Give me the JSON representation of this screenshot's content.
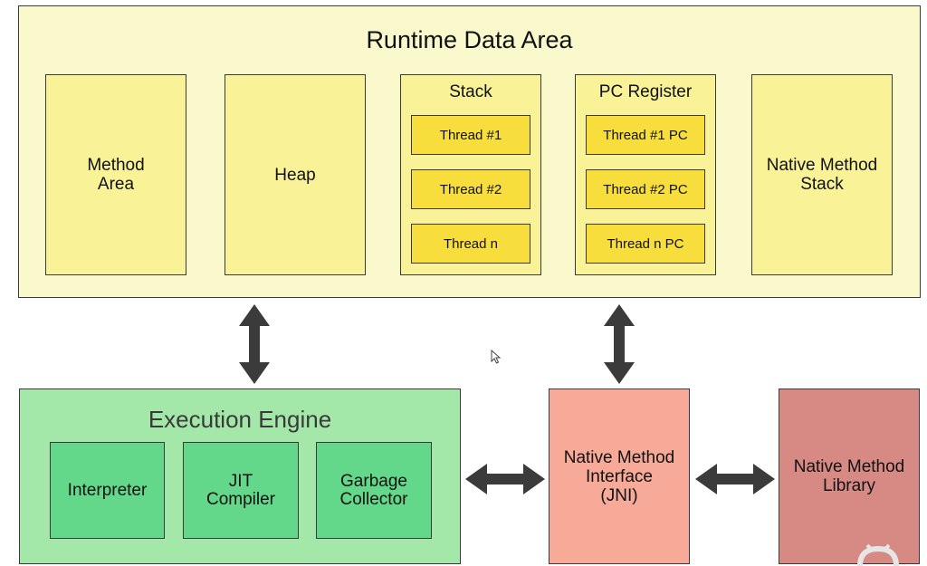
{
  "runtime_data_area": {
    "title": "Runtime Data Area",
    "method_area": "Method\nArea",
    "heap": "Heap",
    "stack": {
      "title": "Stack",
      "threads": [
        "Thread #1",
        "Thread #2",
        "Thread n"
      ]
    },
    "pc_register": {
      "title": "PC Register",
      "threads": [
        "Thread #1 PC",
        "Thread #2 PC",
        "Thread n PC"
      ]
    },
    "native_method_stack": "Native Method\nStack"
  },
  "execution_engine": {
    "title": "Execution Engine",
    "interpreter": "Interpreter",
    "jit_compiler": "JIT\nCompiler",
    "garbage_collector": "Garbage\nCollector"
  },
  "native_method_interface": "Native Method\nInterface\n(JNI)",
  "native_method_library": "Native Method\nLibrary",
  "colors": {
    "runtime_area_bg": "#f9f9cc",
    "memory_block": "#faf296",
    "thread_block": "#f7de3c",
    "execution_engine_bg": "#a3e8a8",
    "engine_block": "#63d88a",
    "jni_block": "#f7aa98",
    "library_block": "#d78a84",
    "arrow": "#3b3b3b"
  }
}
